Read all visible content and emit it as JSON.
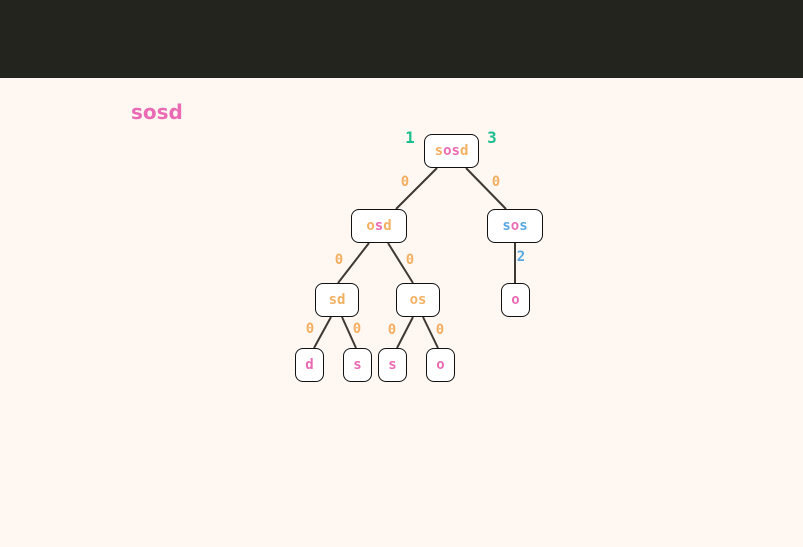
{
  "header": {},
  "title": {
    "text": "sosd",
    "color": "#ea6bb4"
  },
  "colors": {
    "pink": "#ea6bb4",
    "orange": "#f3b063",
    "blue": "#5aa8e0",
    "teal": "#1dbf8f",
    "edge": "#3d3a33"
  },
  "tree": {
    "nodes": [
      {
        "id": "root",
        "chars": [
          {
            "c": "s",
            "color": "orange"
          },
          {
            "c": "o",
            "color": "pink"
          },
          {
            "c": "s",
            "color": "pink"
          },
          {
            "c": "d",
            "color": "orange"
          }
        ],
        "left_count": "1",
        "right_count": "3"
      },
      {
        "id": "osd",
        "parent": "root",
        "edge_label": "0",
        "edge_color": "orange",
        "chars": [
          {
            "c": "o",
            "color": "orange"
          },
          {
            "c": "s",
            "color": "pink"
          },
          {
            "c": "d",
            "color": "orange"
          }
        ]
      },
      {
        "id": "sos",
        "parent": "root",
        "edge_label": "0",
        "edge_color": "orange",
        "chars": [
          {
            "c": "s",
            "color": "blue"
          },
          {
            "c": "o",
            "color": "pink"
          },
          {
            "c": "s",
            "color": "blue"
          }
        ]
      },
      {
        "id": "sd",
        "parent": "osd",
        "edge_label": "0",
        "edge_color": "orange",
        "chars": [
          {
            "c": "s",
            "color": "orange"
          },
          {
            "c": "d",
            "color": "orange"
          }
        ]
      },
      {
        "id": "os",
        "parent": "osd",
        "edge_label": "0",
        "edge_color": "orange",
        "chars": [
          {
            "c": "o",
            "color": "orange"
          },
          {
            "c": "s",
            "color": "orange"
          }
        ]
      },
      {
        "id": "o_leaf",
        "parent": "sos",
        "edge_label": "2",
        "edge_color": "blue",
        "chars": [
          {
            "c": "o",
            "color": "pink"
          }
        ]
      },
      {
        "id": "d_leaf",
        "parent": "sd",
        "edge_label": "0",
        "edge_color": "orange",
        "chars": [
          {
            "c": "d",
            "color": "pink"
          }
        ]
      },
      {
        "id": "s_leaf1",
        "parent": "sd",
        "edge_label": "0",
        "edge_color": "orange",
        "chars": [
          {
            "c": "s",
            "color": "pink"
          }
        ]
      },
      {
        "id": "s_leaf2",
        "parent": "os",
        "edge_label": "0",
        "edge_color": "orange",
        "chars": [
          {
            "c": "s",
            "color": "pink"
          }
        ]
      },
      {
        "id": "o_leaf2",
        "parent": "os",
        "edge_label": "0",
        "edge_color": "orange",
        "chars": [
          {
            "c": "o",
            "color": "pink"
          }
        ]
      }
    ]
  }
}
